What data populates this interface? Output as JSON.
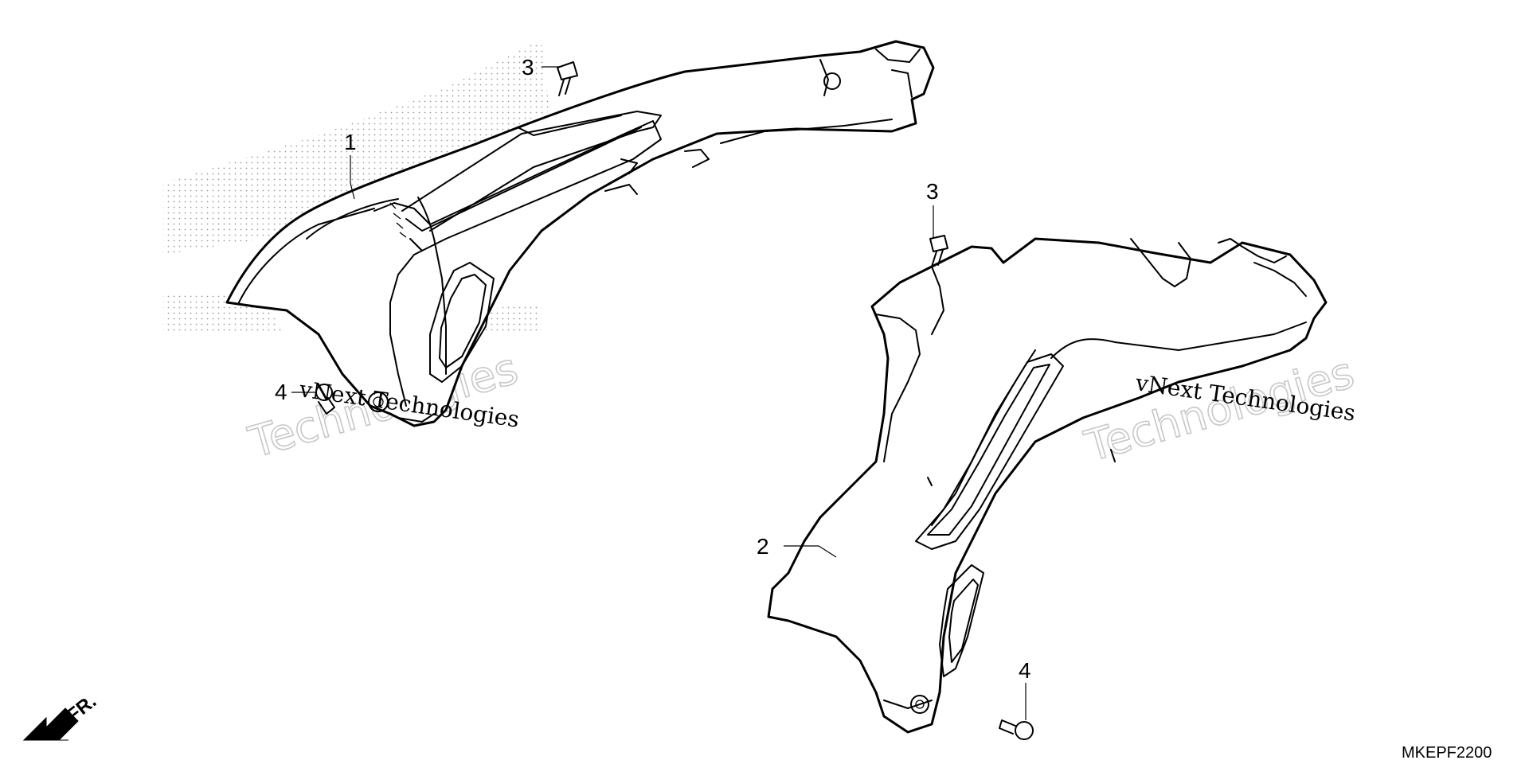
{
  "diagram": {
    "callouts": [
      {
        "id": "part-1",
        "label": "1"
      },
      {
        "id": "part-2",
        "label": "2"
      },
      {
        "id": "bolt-3-left",
        "label": "3"
      },
      {
        "id": "bolt-3-right",
        "label": "3"
      },
      {
        "id": "bolt-4-left",
        "label": "4"
      },
      {
        "id": "bolt-4-right",
        "label": "4"
      }
    ],
    "direction_label": "FR.",
    "diagram_code": "MKEPF2200",
    "watermark": {
      "line1": "vNext Technologies",
      "line2_a": "vNext",
      "line2_b": "Technologies"
    }
  }
}
